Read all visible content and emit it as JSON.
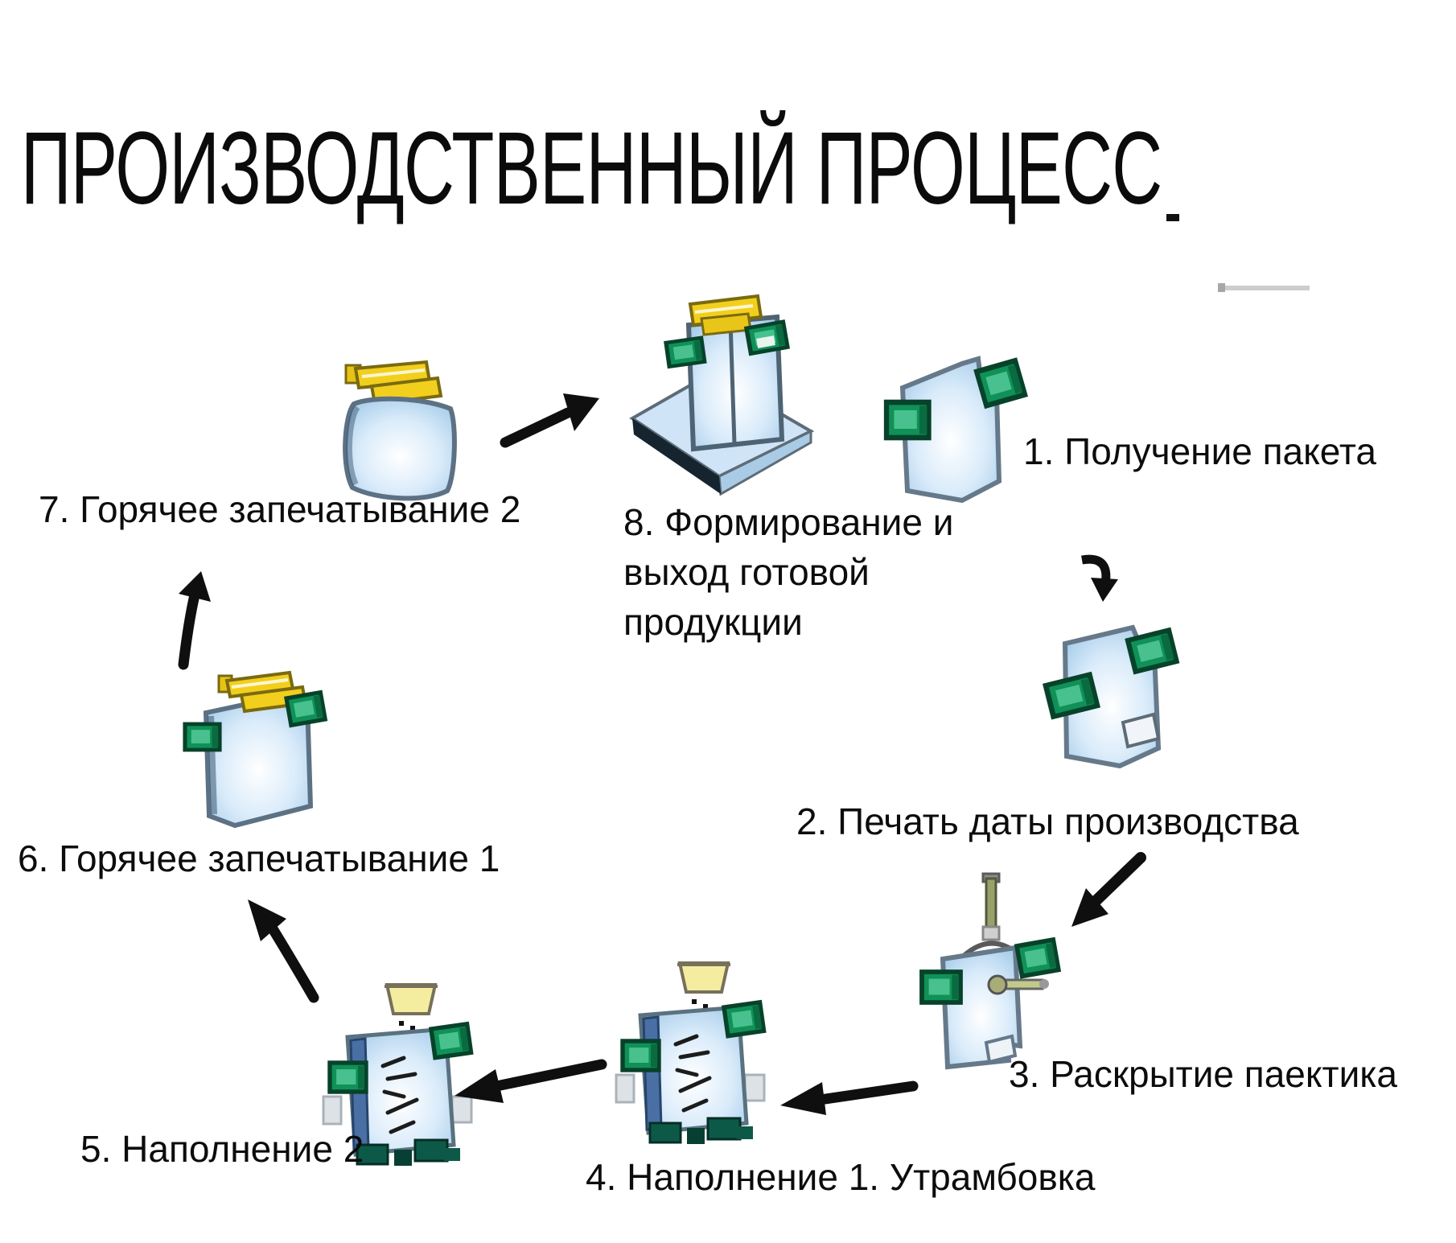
{
  "title": "ПРОИЗВОДСТВЕННЫЙ ПРОЦЕСС",
  "steps": [
    {
      "number": "1",
      "label": "1. Получение пакета",
      "icon": "bag-icon"
    },
    {
      "number": "2",
      "label": "2. Печать даты производства",
      "icon": "bag-with-date-flap-icon"
    },
    {
      "number": "3",
      "label": "3. Раскрытие паектика",
      "icon": "bag-on-holder-icon"
    },
    {
      "number": "4",
      "label": "4. Наполнение 1. Утрамбовка",
      "icon": "filling-machine-icon"
    },
    {
      "number": "5",
      "label": "5. Наполнение 2",
      "icon": "filling-machine-icon"
    },
    {
      "number": "6",
      "label": "6. Горячее запечатывание 1",
      "icon": "heat-sealed-bag-icon"
    },
    {
      "number": "7",
      "label": "7. Горячее запечатывание 2",
      "icon": "heat-sealed-bag-icon"
    },
    {
      "number": "8",
      "label": "8. Формирование и\nвыход готовой\nпродукции",
      "icon": "bag-on-tray-icon"
    }
  ],
  "colors": {
    "bag_blue": "#bcd9f0",
    "clip_green": "#0f9157",
    "seal_yellow": "#f2cf1d",
    "hopper_yellow": "#f4eda0",
    "machine_base_teal": "#0d5948",
    "platform_blue": "#cfe4f6",
    "arrow_black": "#0f0f0f"
  }
}
